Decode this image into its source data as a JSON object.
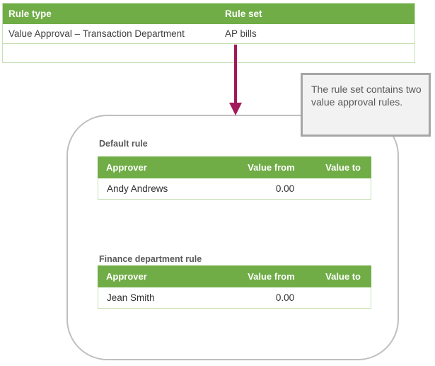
{
  "colors": {
    "green": "#70AD47",
    "light_green": "#C5E0B4",
    "arrow": "#A2195B",
    "rect_border": "#BFBFBF",
    "callout_border": "#A6A6A6",
    "callout_bg": "#F2F2F2",
    "label_gray": "#595959"
  },
  "top_table": {
    "headers": {
      "rule_type": "Rule type",
      "rule_set": "Rule set"
    },
    "row": {
      "rule_type": "Value Approval – Transaction Department",
      "rule_set": "AP bills"
    }
  },
  "callout": {
    "text": "The rule set contains two value approval rules."
  },
  "rule_set_detail": {
    "rules": [
      {
        "title": "Default rule",
        "headers": {
          "approver": "Approver",
          "value_from": "Value from",
          "value_to": "Value to"
        },
        "rows": [
          {
            "approver": "Andy Andrews",
            "value_from": "0.00",
            "value_to": ""
          }
        ]
      },
      {
        "title": "Finance department rule",
        "headers": {
          "approver": "Approver",
          "value_from": "Value from",
          "value_to": "Value to"
        },
        "rows": [
          {
            "approver": "Jean Smith",
            "value_from": "0.00",
            "value_to": ""
          }
        ]
      }
    ]
  }
}
